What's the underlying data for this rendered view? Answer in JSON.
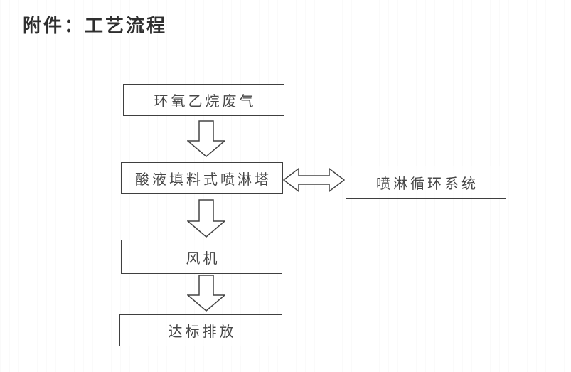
{
  "page": {
    "title": "附件：工艺流程"
  },
  "flowchart": {
    "nodes": [
      {
        "id": "eo-waste-gas",
        "label": "环氧乙烷废气"
      },
      {
        "id": "acid-spray-tower",
        "label": "酸液填料式喷淋塔"
      },
      {
        "id": "spray-circulation-system",
        "label": "喷淋循环系统"
      },
      {
        "id": "fan",
        "label": "风机"
      },
      {
        "id": "compliant-discharge",
        "label": "达标排放"
      }
    ],
    "edges": [
      {
        "from": "eo-waste-gas",
        "to": "acid-spray-tower",
        "type": "down-block-arrow"
      },
      {
        "from": "acid-spray-tower",
        "to": "spray-circulation-system",
        "type": "double-headed-block-arrow"
      },
      {
        "from": "acid-spray-tower",
        "to": "fan",
        "type": "down-block-arrow"
      },
      {
        "from": "fan",
        "to": "compliant-discharge",
        "type": "down-block-arrow"
      }
    ]
  },
  "colors": {
    "ink": "#3f3f3f",
    "text": "#474747",
    "paper": "#ffffff"
  }
}
